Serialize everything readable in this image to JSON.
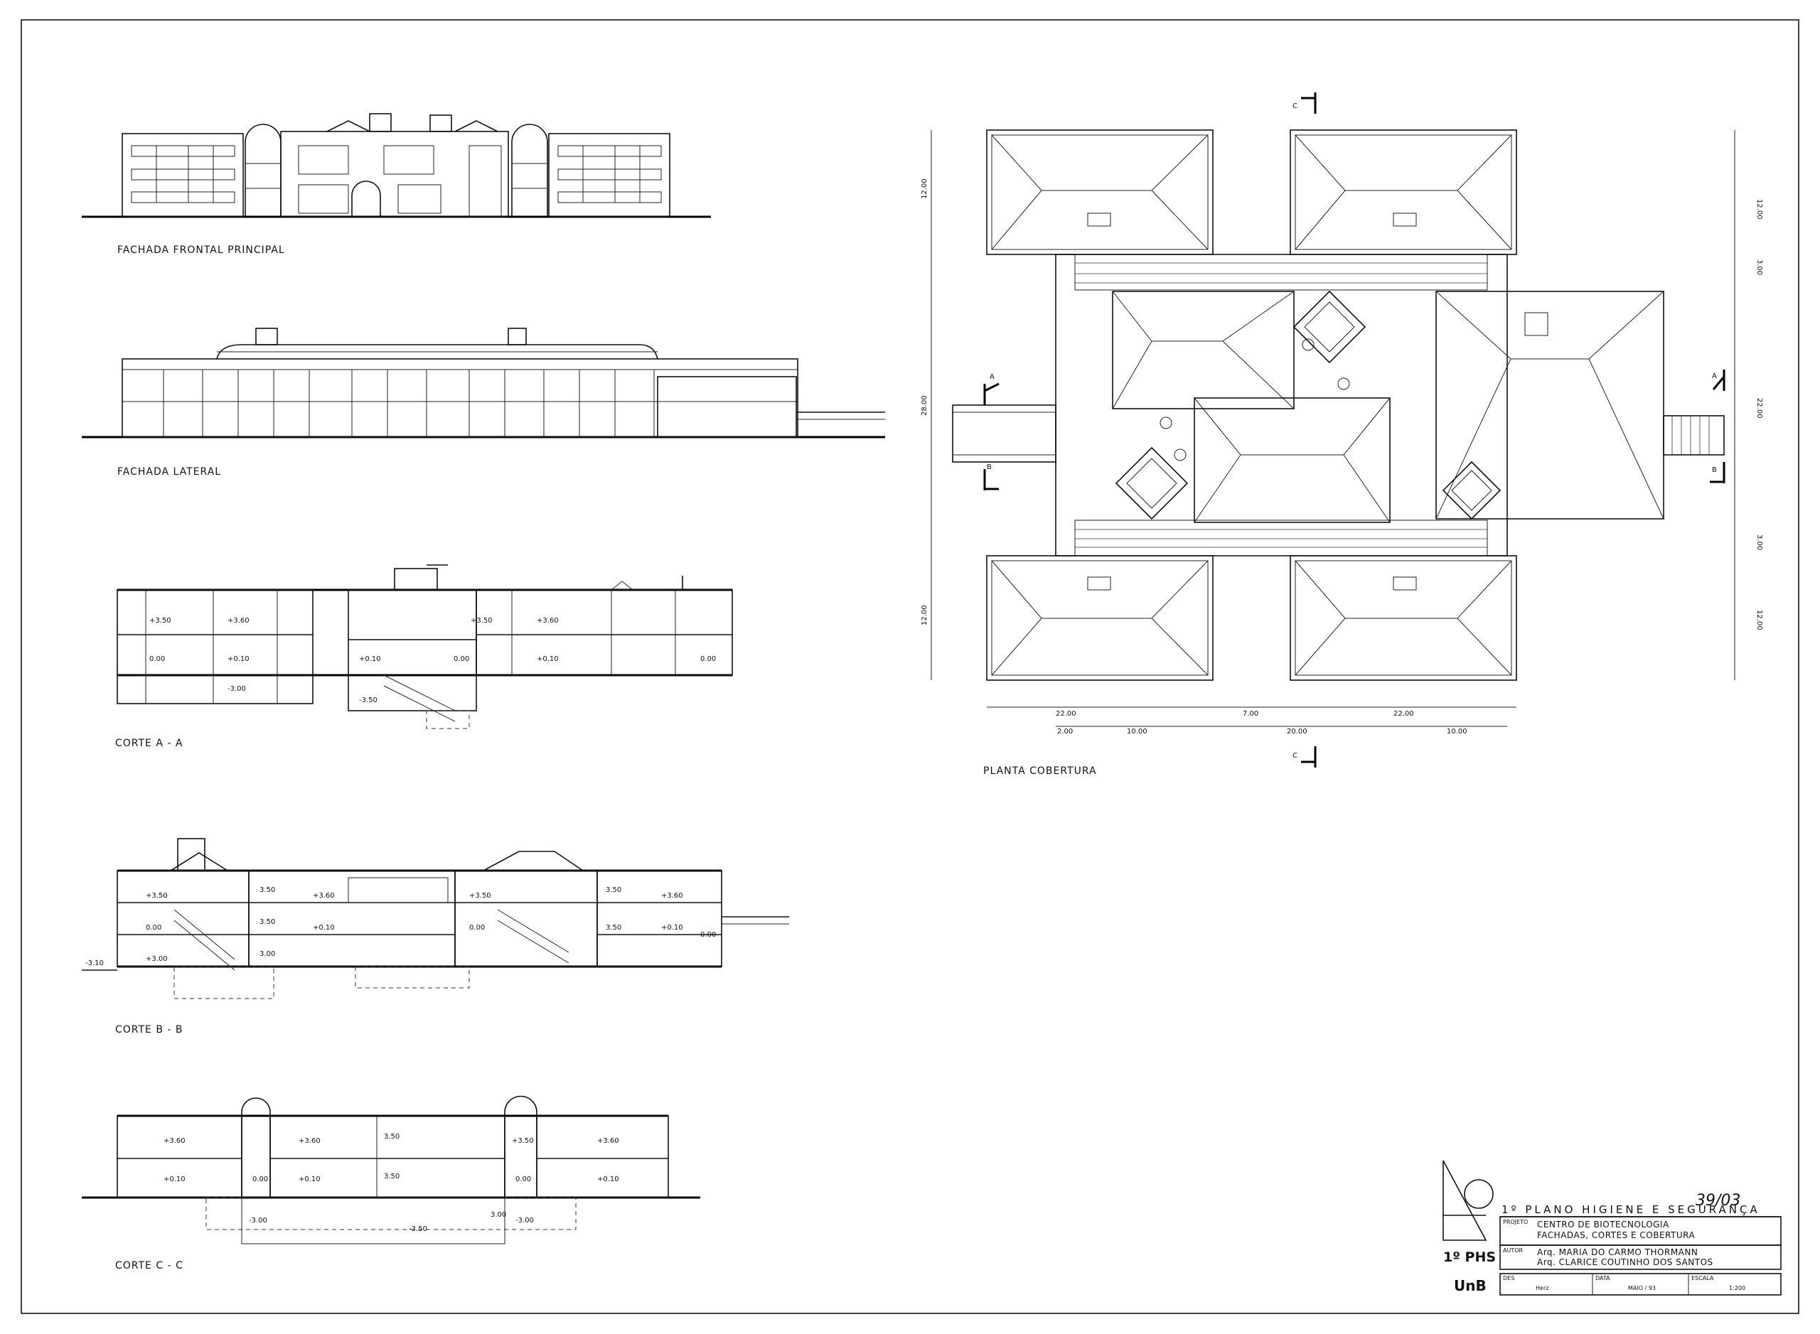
{
  "drawings": {
    "fachada_frontal": "FACHADA  FRONTAL  PRINCIPAL",
    "fachada_lateral": "FACHADA  LATERAL",
    "corte_aa": "CORTE  A - A",
    "corte_bb": "CORTE  B - B",
    "corte_cc": "CORTE  C - C",
    "planta": "PLANTA  COBERTURA"
  },
  "section_markers": {
    "a": "A",
    "b": "B",
    "c": "C"
  },
  "levels": {
    "p350": "+3.50",
    "p360": "+3.60",
    "p010": "+0.10",
    "z000": "0.00",
    "m300": "-3.00",
    "m350": "-3.50",
    "m310": "-3.10",
    "h350": "3.50",
    "h300": "3.00"
  },
  "plan_dims": {
    "d1200": "12.00",
    "d300": "3.00",
    "d2800": "28.00",
    "d2200": "22.00",
    "d700": "7.00",
    "d200": "2.00",
    "d1000": "10.00",
    "d2000": "20.00"
  },
  "title_block": {
    "program": "1º  PLANO   HIGIENE   E   SEGURANÇA",
    "handwritten": "39/03",
    "projeto_label": "PROJETO",
    "projeto_line1": "CENTRO  DE  BIOTECNOLOGIA",
    "projeto_line2": "FACHADAS, CORTES  E  COBERTURA",
    "autor_label": "AUTOR",
    "autor_line1": "Arq.  MARIA  DO  CARMO  THORMANN",
    "autor_line2": "Arq.  CLARICE  COUTINHO  DOS  SANTOS",
    "des_label": "DES",
    "des_value": "Herz",
    "data_label": "DATA",
    "data_value": "MAIO / 93",
    "escala_label": "ESCALA",
    "escala_value": "1:200",
    "logo_phs": "1º PHS",
    "logo_unb": "UnB"
  }
}
